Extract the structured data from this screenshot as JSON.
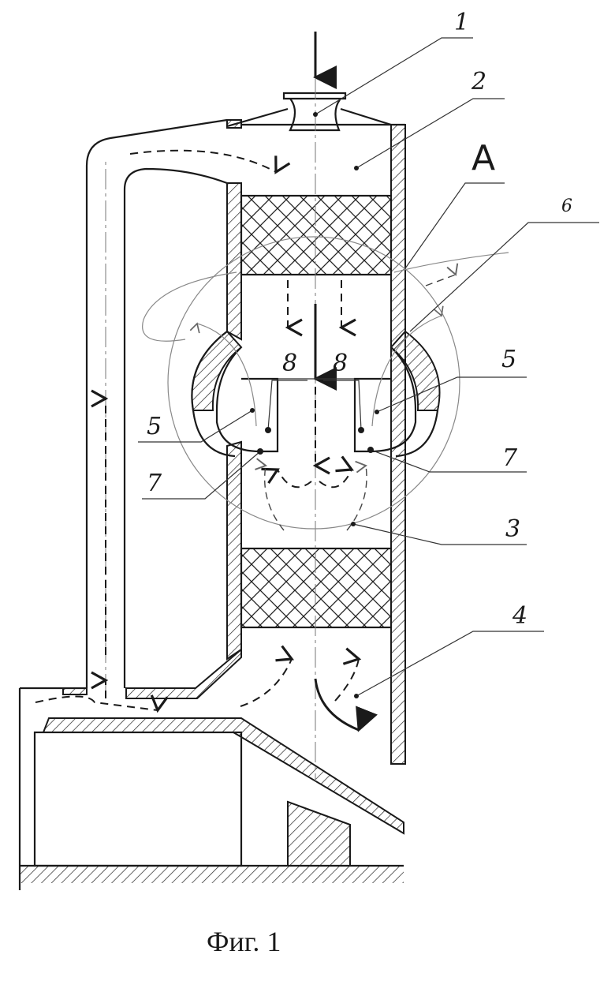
{
  "labels": {
    "n1": "1",
    "n2": "2",
    "n3": "3",
    "n4": "4",
    "n5_left": "5",
    "n5_right": "5",
    "n6": "6",
    "n7_left": "7",
    "n7_right": "7",
    "n8_left": "8",
    "n8_right": "8",
    "detail": "A"
  },
  "caption": "Фиг. 1"
}
